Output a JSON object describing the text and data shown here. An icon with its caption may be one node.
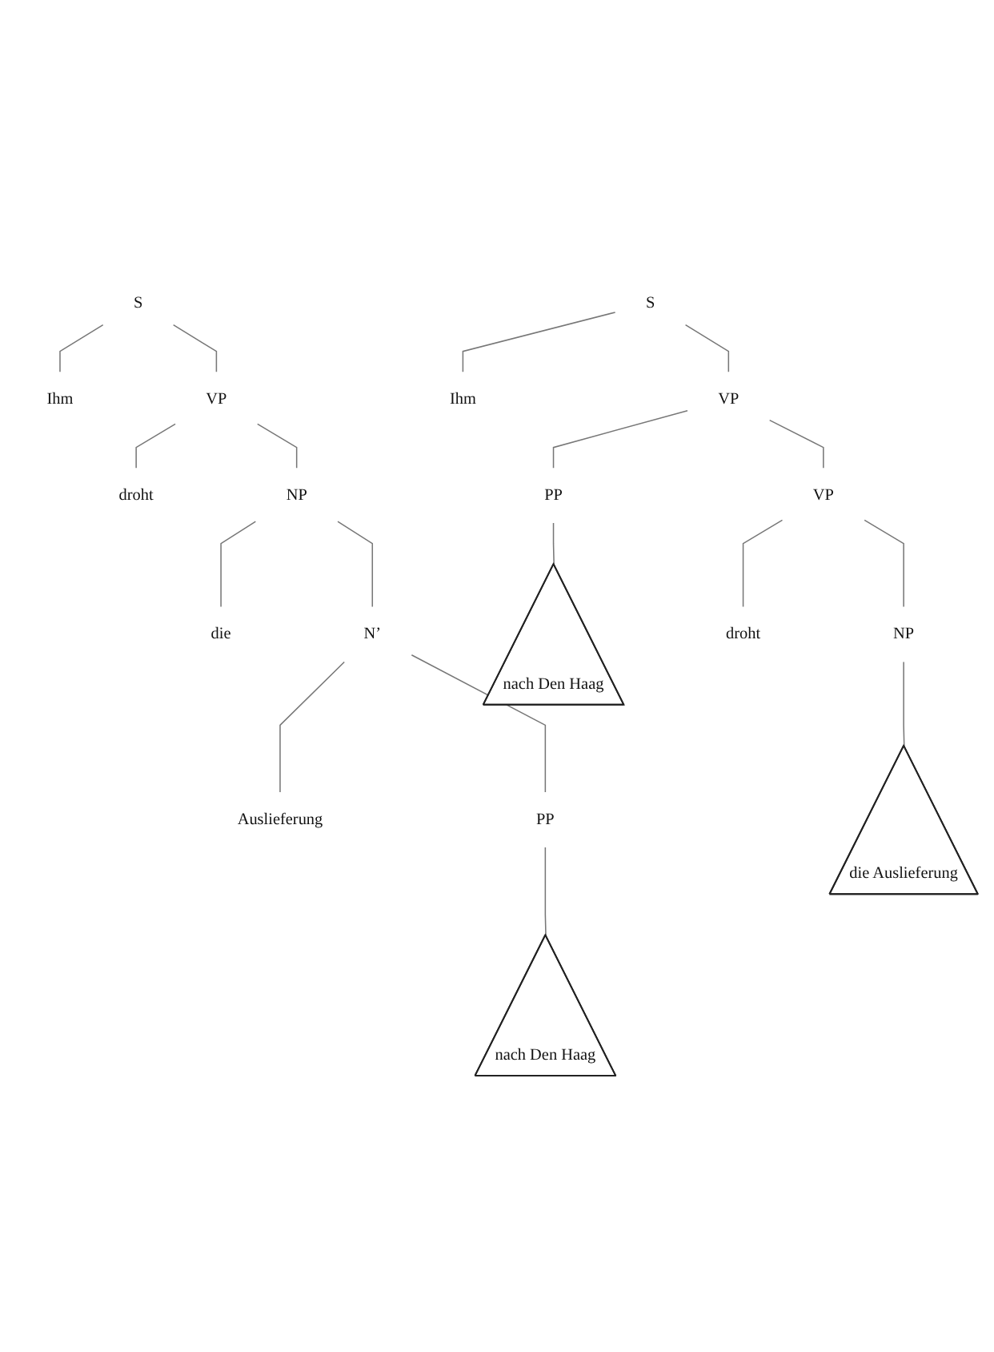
{
  "diagram": {
    "nodes": [
      {
        "text": [
          "S"
        ]
      },
      {
        "text": [
          "Ihm"
        ]
      },
      {
        "text": [
          "VP"
        ]
      },
      {
        "text": [
          "droht"
        ]
      },
      {
        "text": [
          "NP"
        ]
      },
      {
        "text": [
          "die"
        ]
      },
      {
        "text": [
          "N’"
        ]
      },
      {
        "text": [
          "Auslieferung"
        ]
      },
      {
        "text": [
          "PP"
        ]
      },
      {
        "text": [
          "nach Den Haag"
        ]
      },
      {
        "text": [
          "S"
        ]
      },
      {
        "text": [
          "Ihm"
        ]
      },
      {
        "text": [
          "VP"
        ]
      },
      {
        "text": [
          "VP"
        ]
      },
      {
        "text": [
          "PP"
        ]
      },
      {
        "text": [
          "nach Den Haag"
        ]
      },
      {
        "text": [
          "droht"
        ]
      },
      {
        "text": [
          "NP"
        ]
      },
      {
        "text": [
          "die Auslieferung"
        ]
      }
    ],
    "edges": [
      {
        "from": 0,
        "to": 1,
        "arrow": "none"
      },
      {
        "from": 0,
        "to": 2,
        "arrow": "none"
      },
      {
        "from": 2,
        "to": 3,
        "arrow": "none"
      },
      {
        "from": 2,
        "to": 4,
        "arrow": "none"
      },
      {
        "from": 4,
        "to": 5,
        "arrow": "none"
      },
      {
        "from": 4,
        "to": 6,
        "arrow": "none"
      },
      {
        "from": 6,
        "to": 7,
        "arrow": "none"
      },
      {
        "from": 6,
        "to": 8,
        "arrow": "none"
      },
      {
        "from": 8,
        "to": 9,
        "arrow": "none"
      },
      {
        "from": 10,
        "to": 11,
        "arrow": "none"
      },
      {
        "from": 10,
        "to": 12,
        "arrow": "none"
      },
      {
        "from": 12,
        "to": 13,
        "arrow": "none"
      },
      {
        "from": 12,
        "to": 14,
        "arrow": "none"
      },
      {
        "from": 14,
        "to": 15,
        "arrow": "none"
      },
      {
        "from": 13,
        "to": 16,
        "arrow": "none"
      },
      {
        "from": 13,
        "to": 17,
        "arrow": "none"
      },
      {
        "from": 17,
        "to": 18,
        "arrow": "none"
      }
    ]
  }
}
